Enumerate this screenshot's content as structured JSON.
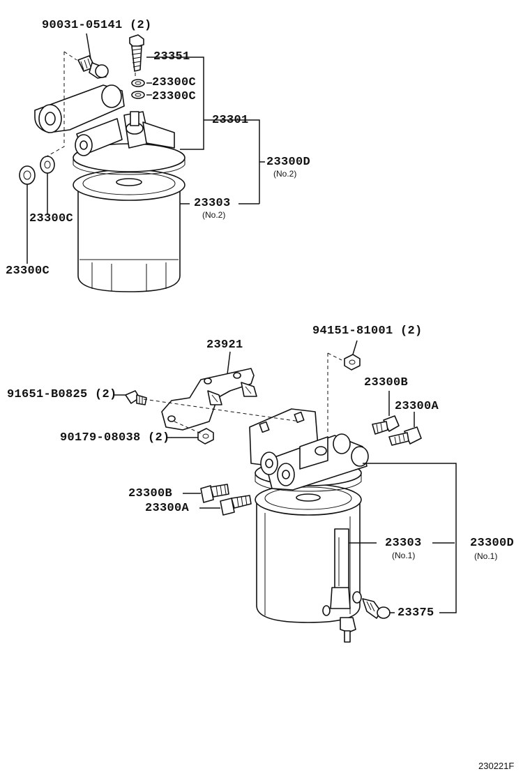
{
  "diagram": {
    "parts": {
      "bolt_top": "90031-05141 (2)",
      "p23351": "23351",
      "p23300c_a": "23300C",
      "p23300c_b": "23300C",
      "p23301": "23301",
      "p23300d_no2": "23300D",
      "p23300d_no2_sub": "(No.2)",
      "p23303_no2": "23303",
      "p23303_no2_sub": "(No.2)",
      "p23300c_c": "23300C",
      "p23300c_d": "23300C",
      "p94151": "94151-81001 (2)",
      "p23921": "23921",
      "p23300b_r": "23300B",
      "p91651": "91651-B0825 (2)",
      "p23300a_r": "23300A",
      "p90179": "90179-08038 (2)",
      "p23300b_l": "23300B",
      "p23300a_l": "23300A",
      "p23303_no1": "23303",
      "p23303_no1_sub": "(No.1)",
      "p23300d_no1": "23300D",
      "p23300d_no1_sub": "(No.1)",
      "p23375": "23375"
    },
    "figure_id": "230221F"
  }
}
